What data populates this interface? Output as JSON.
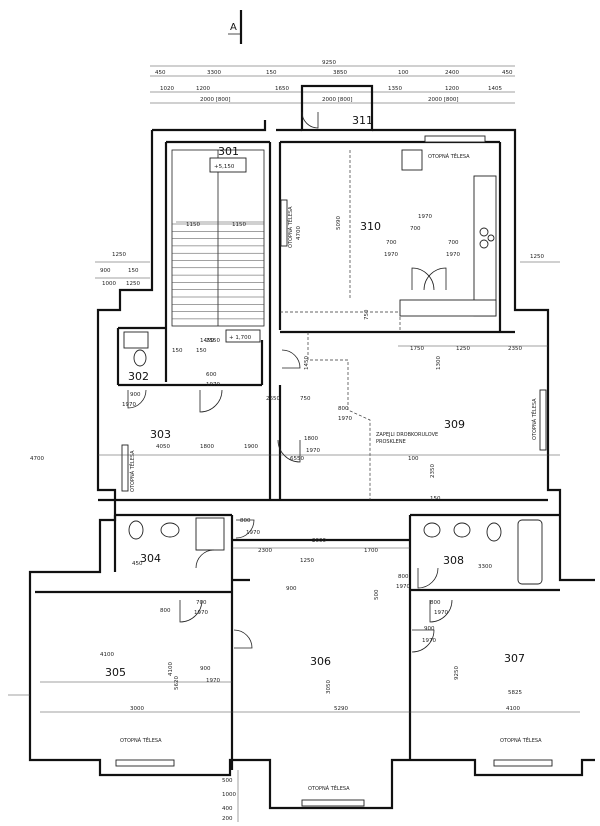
{
  "section_mark": "A",
  "rooms": [
    {
      "id": "r301",
      "label": "301"
    },
    {
      "id": "r302",
      "label": "302"
    },
    {
      "id": "r303",
      "label": "303"
    },
    {
      "id": "r304",
      "label": "304"
    },
    {
      "id": "r305",
      "label": "305"
    },
    {
      "id": "r306",
      "label": "306"
    },
    {
      "id": "r307",
      "label": "307"
    },
    {
      "id": "r308",
      "label": "308"
    },
    {
      "id": "r309",
      "label": "309"
    },
    {
      "id": "r310",
      "label": "310"
    },
    {
      "id": "r311",
      "label": "311"
    }
  ],
  "levels": {
    "upper": "+5,150",
    "landing": "+ 1,700"
  },
  "labels": {
    "radiator": "OTOPNÁ TĚLESA",
    "partition_line1": "ZAPEJLI DROBKORULOVE",
    "partition_line2": "PROSKLENE"
  },
  "top_dims": {
    "overall": "9250",
    "row1": [
      "450",
      "3300",
      "150",
      "3850",
      "100",
      "2400",
      "450"
    ],
    "row2": [
      "1020",
      "1200",
      "1650",
      "1350",
      "1200",
      "1405"
    ],
    "row3": [
      "2000 [800]",
      "2000 [800]",
      "2000 [800]"
    ]
  },
  "left_dims": [
    "1250",
    "900",
    "150",
    "1000",
    "1250"
  ],
  "right_dims": [
    "1250"
  ],
  "interior_dims": [
    "1150",
    "1150",
    "4700",
    "5090",
    "750",
    "1750",
    "1250",
    "2350",
    "1450",
    "2550",
    "150",
    "150",
    "750",
    "2650",
    "4050",
    "1800",
    "1900",
    "4700",
    "100",
    "6550",
    "1300",
    "1450",
    "2350",
    "2000",
    "2300",
    "1700",
    "450",
    "3300",
    "4100",
    "5620",
    "3000",
    "5290",
    "5825",
    "4100",
    "4100",
    "9250",
    "3050",
    "150",
    "500",
    "800",
    "1250",
    "900"
  ],
  "door_labels": [
    "700",
    "1970",
    "700",
    "1970",
    "800",
    "1970",
    "600",
    "1970",
    "900",
    "1970",
    "1800",
    "1970",
    "800",
    "1970",
    "700",
    "1970",
    "900",
    "1970",
    "800",
    "1970",
    "900",
    "1970",
    "800",
    "1970",
    "700",
    "1970"
  ],
  "bottom_dims": [
    "500",
    "1000",
    "400",
    "200"
  ]
}
